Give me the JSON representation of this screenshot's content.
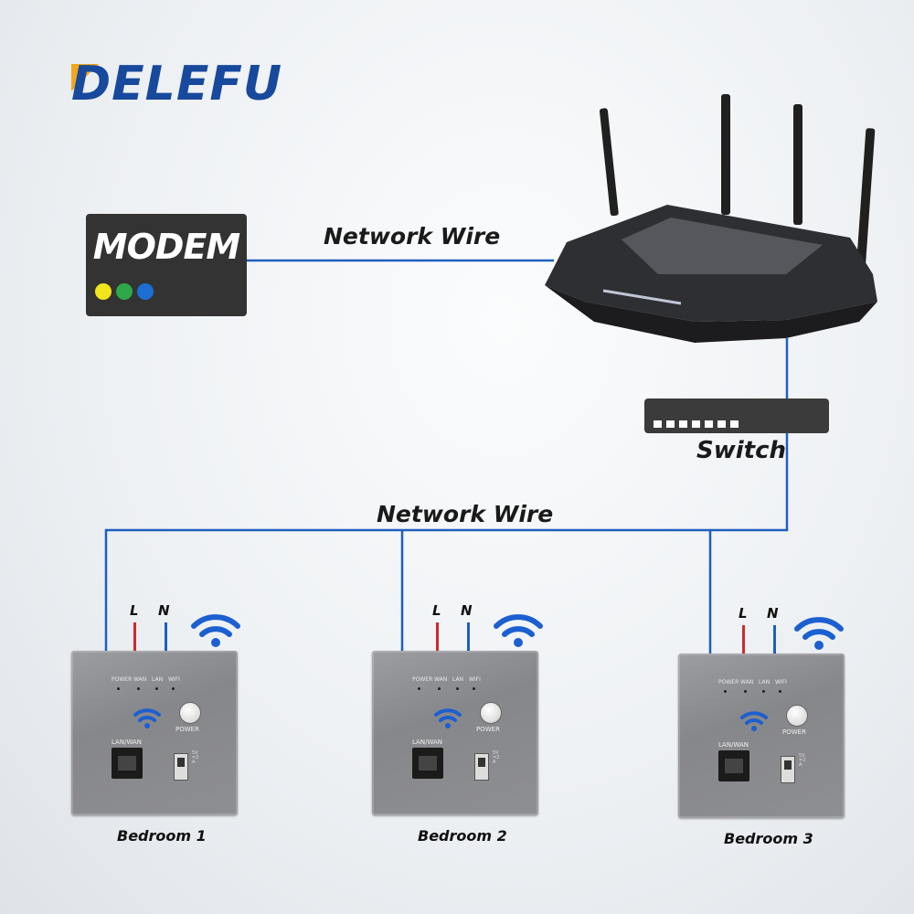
{
  "brand": {
    "name": "DELEFU",
    "color": "#17499c",
    "accent": "#f2a71b"
  },
  "modem": {
    "label": "MODEM",
    "leds": [
      "#f2e51b",
      "#2fa84a",
      "#1c6fd1"
    ]
  },
  "links": {
    "top_wire": "Network Wire",
    "bottom_wire": "Network Wire",
    "switch": "Switch",
    "wire_color": "#1e5fbf"
  },
  "router": {
    "icon": "router-icon"
  },
  "sockets": [
    {
      "room": "Bedroom 1",
      "live": "L",
      "neutral": "N",
      "indicators": [
        "POWER",
        "WAN",
        "LAN",
        "WIFI"
      ],
      "power_label": "POWER",
      "port_label": "LAN/WAN",
      "usb_text": "5V=2A"
    },
    {
      "room": "Bedroom 2",
      "live": "L",
      "neutral": "N",
      "indicators": [
        "POWER",
        "WAN",
        "LAN",
        "WIFI"
      ],
      "power_label": "POWER",
      "port_label": "LAN/WAN",
      "usb_text": "5V=2A"
    },
    {
      "room": "Bedroom 3",
      "live": "L",
      "neutral": "N",
      "indicators": [
        "POWER",
        "WAN",
        "LAN",
        "WIFI"
      ],
      "power_label": "POWER",
      "port_label": "LAN/WAN",
      "usb_text": "5V=2A"
    }
  ],
  "colors": {
    "live_wire": "#d12a2a",
    "neutral_wire": "#1e5fbf",
    "wifi": "#1c5fd0"
  }
}
